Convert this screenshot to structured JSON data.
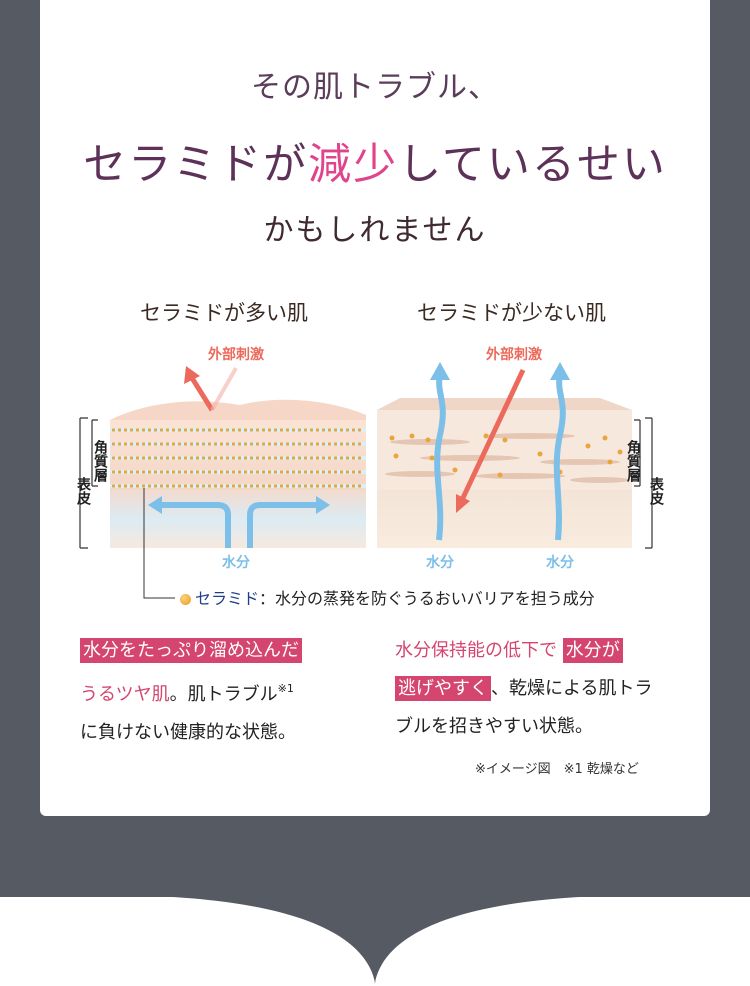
{
  "headline": {
    "line1": "その肌トラブル、",
    "line2_pre": "セラミドが",
    "line2_highlight": "減少",
    "line2_post": "しているせい",
    "line3": "かもしれません"
  },
  "colors": {
    "background_dark": "#565b63",
    "card": "#ffffff",
    "accent_pink": "#d4456f",
    "headline_purple": "#5d3158",
    "highlight_pink": "#e0448c",
    "arrow_red": "#ec6a5c",
    "water_blue": "#7cbfe9",
    "ceramide_blue": "#1f3f8a"
  },
  "diagram_left": {
    "title": "セラミドが多い肌",
    "stimulus_label": "外部刺激",
    "water_label": "水分",
    "layer_label_stratum": "角質層",
    "layer_label_epidermis": "表皮"
  },
  "diagram_right": {
    "title": "セラミドが少ない肌",
    "stimulus_label": "外部刺激",
    "water_label_1": "水分",
    "water_label_2": "水分",
    "layer_label_stratum": "角質層",
    "layer_label_epidermis": "表皮"
  },
  "legend": {
    "term": "セラミド",
    "definition": "：水分の蒸発を防ぐうるおいバリアを担う成分"
  },
  "desc_left": {
    "highlight": "水分をたっぷり溜め込んだ",
    "pink_text": "うるツヤ肌",
    "text1": "。肌トラブル",
    "sup": "※1",
    "text2": "に負けない健康的な状態。"
  },
  "desc_right": {
    "pink_text": "水分保持能の低下で",
    "highlight1": "水分が",
    "highlight2": "逃げやすく",
    "text1": "、乾燥による肌トラ",
    "text2": "ブルを招きやすい状態。"
  },
  "footnote": "※イメージ図　※1 乾燥など"
}
